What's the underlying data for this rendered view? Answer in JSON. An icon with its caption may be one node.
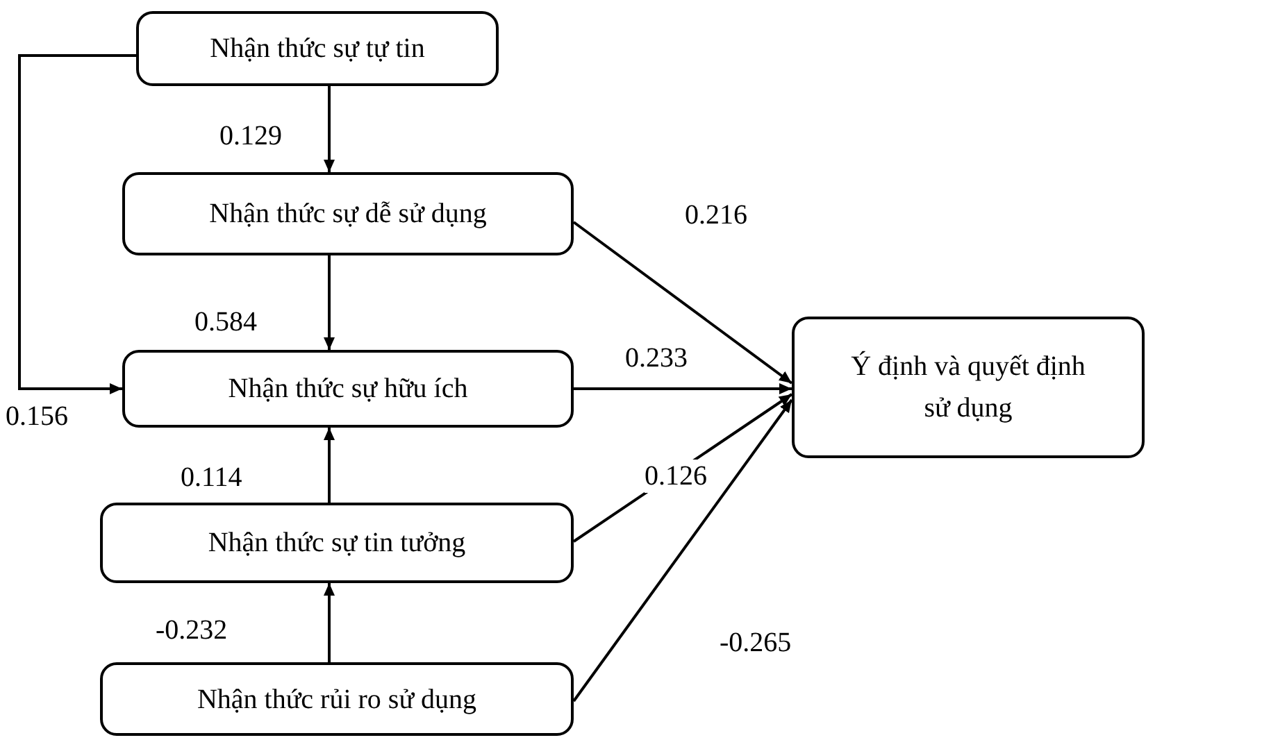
{
  "diagram": {
    "nodes": [
      {
        "text": [
          "Nhận thức sự tự tin"
        ]
      },
      {
        "text": [
          "Nhận thức sự dễ sử dụng"
        ]
      },
      {
        "text": [
          "Nhận thức sự hữu ích"
        ]
      },
      {
        "text": [
          "Nhận thức sự tin tưởng"
        ]
      },
      {
        "text": [
          "Nhận thức rủi ro sử dụng"
        ]
      },
      {
        "text": [
          "Ý định và quyết định sử dụng"
        ]
      }
    ],
    "edges": [
      {
        "from": 0,
        "to": 1,
        "arrow": "to",
        "label": "0.129"
      },
      {
        "from": 0,
        "to": 2,
        "arrow": "to",
        "label": "0.156"
      },
      {
        "from": 1,
        "to": 2,
        "arrow": "to",
        "label": "0.584"
      },
      {
        "from": 1,
        "to": 5,
        "arrow": "to",
        "label": "0.216"
      },
      {
        "from": 2,
        "to": 5,
        "arrow": "to",
        "label": "0.233"
      },
      {
        "from": 3,
        "to": 2,
        "arrow": "to",
        "label": "0.114"
      },
      {
        "from": 3,
        "to": 5,
        "arrow": "to",
        "label": "0.126"
      },
      {
        "from": 4,
        "to": 3,
        "arrow": "to",
        "label": "-0.232"
      },
      {
        "from": 4,
        "to": 5,
        "arrow": "to",
        "label": "-0.265"
      }
    ]
  }
}
